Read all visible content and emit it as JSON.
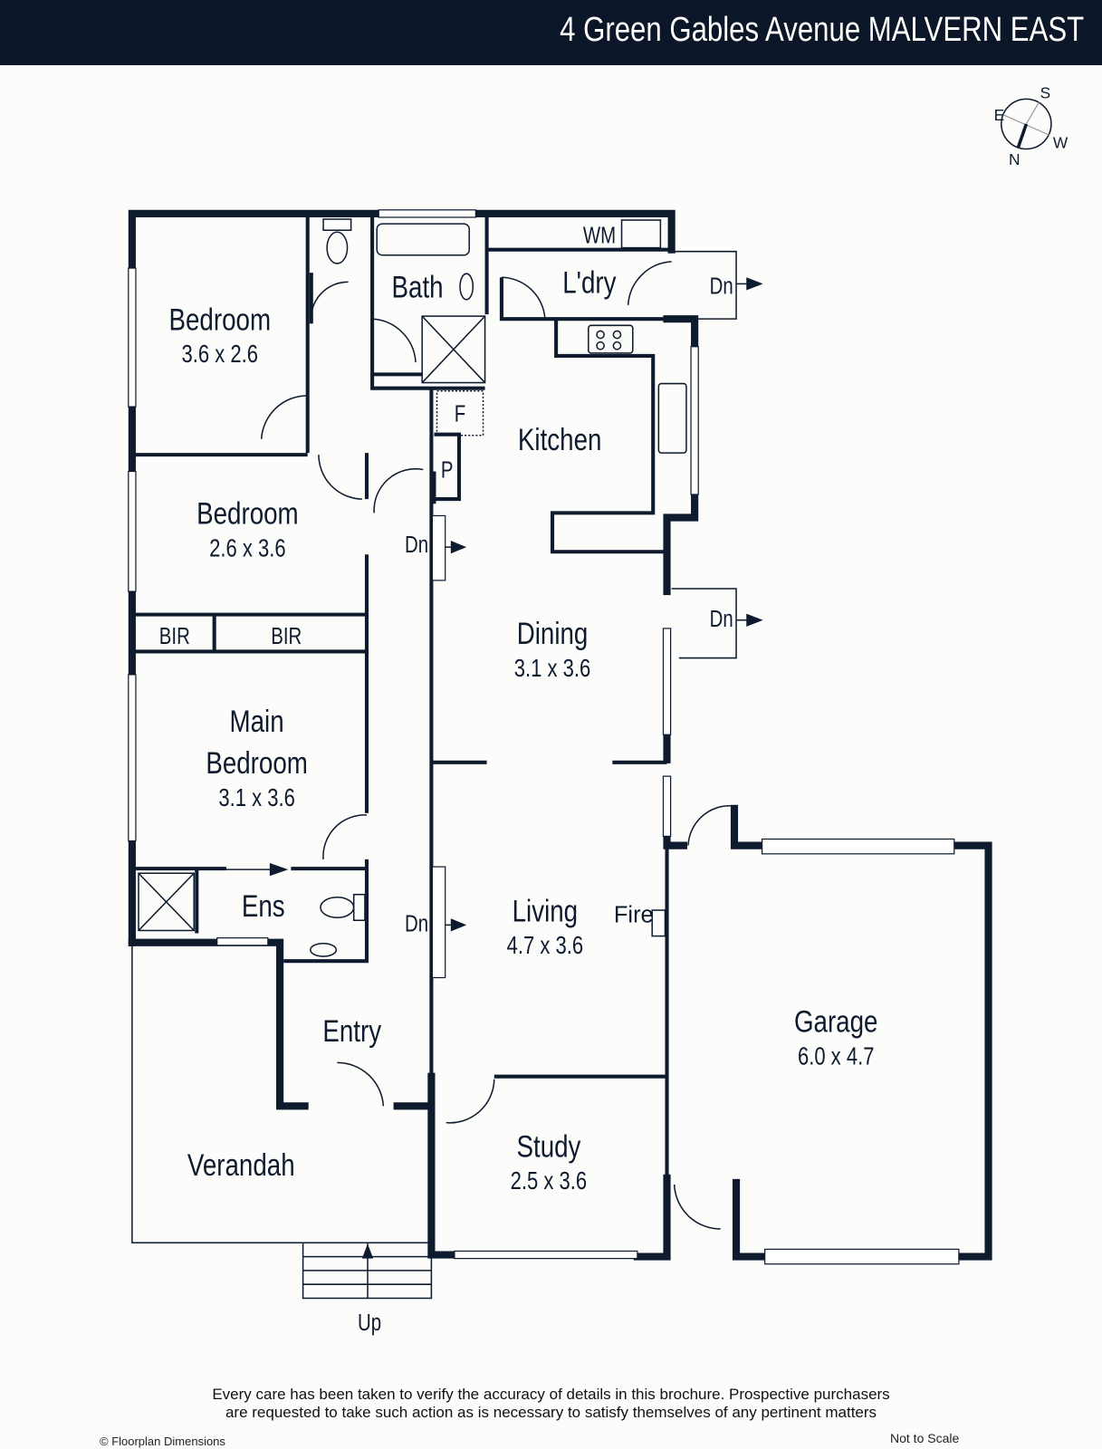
{
  "header": {
    "title": "4 Green Gables Avenue MALVERN EAST"
  },
  "compass": {
    "n": "N",
    "s": "S",
    "e": "E",
    "w": "W"
  },
  "rooms": {
    "bedroom1": {
      "name": "Bedroom",
      "dims": "3.6 x 2.6"
    },
    "bedroom2": {
      "name": "Bedroom",
      "dims": "2.6 x 3.6"
    },
    "bir1": {
      "name": "BIR"
    },
    "bir2": {
      "name": "BIR"
    },
    "main_bedroom": {
      "name_line1": "Main",
      "name_line2": "Bedroom",
      "dims": "3.1 x 3.6"
    },
    "ens": {
      "name": "Ens"
    },
    "bath": {
      "name": "Bath"
    },
    "wm": {
      "name": "WM"
    },
    "laundry": {
      "name": "L'dry"
    },
    "kitchen": {
      "name": "Kitchen"
    },
    "fridge": {
      "name": "F"
    },
    "pantry": {
      "name": "P"
    },
    "dining": {
      "name": "Dining",
      "dims": "3.1 x 3.6"
    },
    "living": {
      "name": "Living",
      "dims": "4.7 x 3.6"
    },
    "fire": {
      "name": "Fire"
    },
    "entry": {
      "name": "Entry"
    },
    "verandah": {
      "name": "Verandah"
    },
    "study": {
      "name": "Study",
      "dims": "2.5 x 3.6"
    },
    "garage": {
      "name": "Garage",
      "dims": "6.0 x 4.7"
    }
  },
  "stairs": {
    "dn1": "Dn",
    "dn2": "Dn",
    "dn3": "Dn",
    "dn4": "Dn",
    "up": "Up"
  },
  "footer": {
    "disclaimer_line1": "Every care has been taken to verify the accuracy of details in this brochure. Prospective purchasers",
    "disclaimer_line2": "are requested to take such action as is necessary to satisfy themselves of any pertinent matters",
    "copyright": "© Floorplan Dimensions",
    "scale_note": "Not to Scale"
  }
}
